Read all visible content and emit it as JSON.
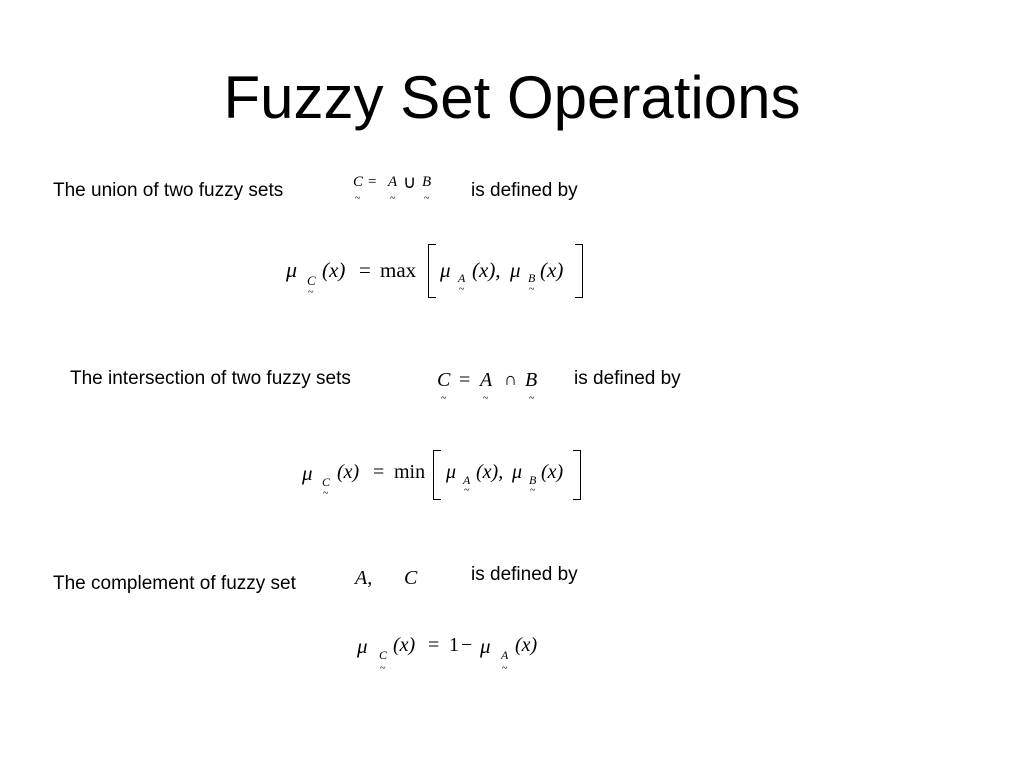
{
  "slide": {
    "title": "Fuzzy Set Operations",
    "union": {
      "text": "The union of two fuzzy sets",
      "defined_by": "is defined by",
      "eq_C": "C",
      "eq_equals": "=",
      "eq_A": "A",
      "eq_op": "∪",
      "eq_B": "B",
      "mu": "μ",
      "sub_C": "C",
      "paren_x": "(x)",
      "equals": "=",
      "func": "max",
      "sub_A": "A",
      "arg_A": "(x),",
      "sub_B": "B",
      "arg_B": "(x)"
    },
    "intersection": {
      "text": "The intersection of two fuzzy sets",
      "defined_by": "is defined by",
      "eq_C": "C",
      "eq_equals": "=",
      "eq_A": "A",
      "eq_op": "∩",
      "eq_B": "B",
      "mu": "μ",
      "sub_C": "C",
      "paren_x": "(x)",
      "equals": "=",
      "func": "min",
      "sub_A": "A",
      "arg_A": "(x),",
      "sub_B": "B",
      "arg_B": "(x)"
    },
    "complement": {
      "text": "The complement of fuzzy set",
      "set_A": "A,",
      "set_C": "C",
      "defined_by": "is defined by",
      "mu": "μ",
      "sub_C": "C",
      "paren_x": "(x)",
      "equals": "=",
      "one": "1",
      "minus": "−",
      "sub_A": "A",
      "arg_A": "(x)"
    },
    "tilde": "~"
  }
}
